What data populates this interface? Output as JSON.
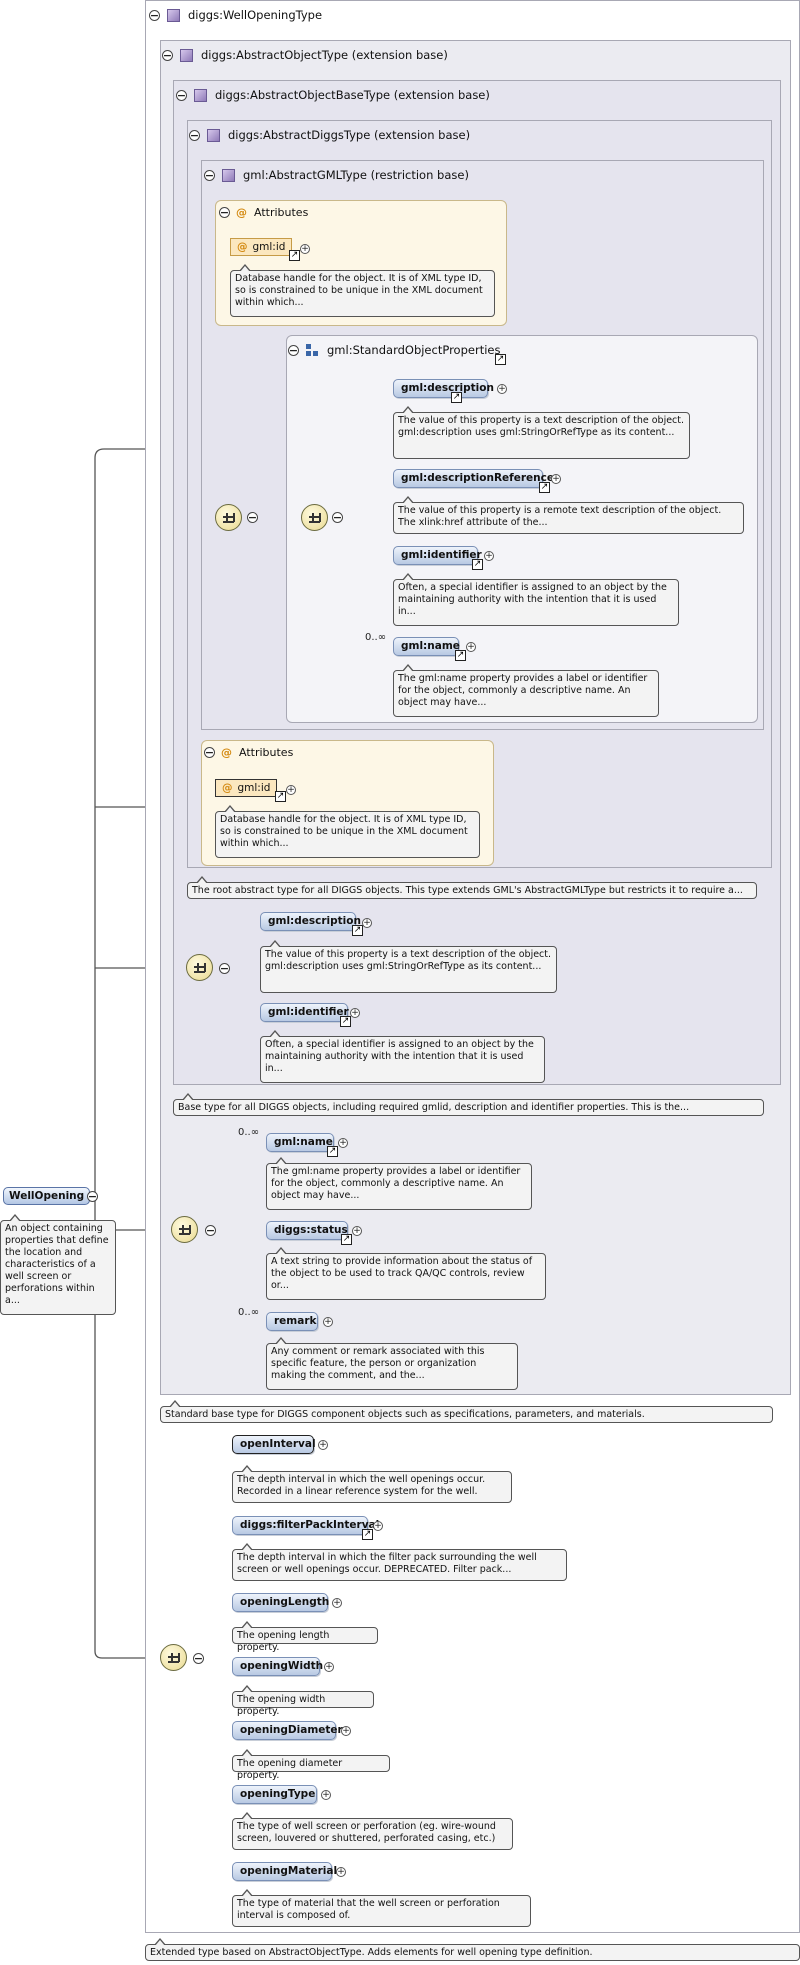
{
  "root": {
    "type_name": "diggs:WellOpeningType",
    "element_name": "WellOpening",
    "element_doc": "An object containing properties that define the location and characteristics of a well screen or perforations within a...",
    "type_doc": "Extended type based on AbstractObjectType. Adds elements for well opening type definition."
  },
  "types": {
    "abstract_object": {
      "name": "diggs:AbstractObjectType (extension base)",
      "doc": "Standard base type for DIGGS component objects such as specifications, parameters, and materials."
    },
    "abstract_object_base": {
      "name": "diggs:AbstractObjectBaseType (extension base)",
      "doc": "Base type for all DIGGS objects, including required gmlid, description and identifier properties. This is the..."
    },
    "abstract_diggs": {
      "name": "diggs:AbstractDiggsType (extension base)",
      "doc": "The root abstract type for all DIGGS objects. This type extends GML's AbstractGMLType but restricts it to require a..."
    },
    "abstract_gml": {
      "name": "gml:AbstractGMLType (restriction base)"
    }
  },
  "attributes_label": "Attributes",
  "gml_attr": {
    "name": "gml:id",
    "doc": "Database handle for the object. It is of XML type ID, so is constrained to be unique in the XML document within which..."
  },
  "std_props": {
    "group_name": "gml:StandardObjectProperties",
    "description": {
      "name": "gml:description",
      "doc": "The value of this property is a text description of the object. gml:description uses gml:StringOrRefType as its content..."
    },
    "description_ref": {
      "name": "gml:descriptionReference",
      "doc": "The value of this property is a remote text description of the object. The xlink:href attribute of the..."
    },
    "identifier": {
      "name": "gml:identifier",
      "doc": "Often, a special identifier is assigned to an object by the maintaining authority with the intention that it is used in..."
    },
    "name": {
      "name": "gml:name",
      "occ": "0..∞",
      "doc": "The gml:name property provides a label or identifier for the object, commonly a descriptive name. An object may have..."
    }
  },
  "diggs_seq": {
    "description": {
      "name": "gml:description",
      "doc": "The value of this property is a text description of the object. gml:description uses gml:StringOrRefType as its content..."
    },
    "identifier": {
      "name": "gml:identifier",
      "doc": "Often, a special identifier is assigned to an object by the maintaining authority with the intention that it is used in..."
    }
  },
  "object_seq": {
    "name": {
      "name": "gml:name",
      "occ": "0..∞",
      "doc": "The gml:name property provides a label or identifier for the object, commonly a descriptive name. An object may have..."
    },
    "status": {
      "name": "diggs:status",
      "doc": "A text string to provide information about the status of the object to be used to track QA/QC controls, review or..."
    },
    "remark": {
      "name": "remark",
      "occ": "0..∞",
      "doc": "Any comment or remark associated with this specific feature, the person or organization making the comment, and the..."
    }
  },
  "well_seq": [
    {
      "name": "openInterval",
      "doc": "The depth interval in which the well openings occur. Recorded in a linear reference system for the well."
    },
    {
      "name": "diggs:filterPackInterval",
      "doc": "The depth interval in which the filter pack surrounding the well screen or well openings occur. DEPRECATED. Filter pack..."
    },
    {
      "name": "openingLength",
      "doc": "The opening length property."
    },
    {
      "name": "openingWidth",
      "doc": "The opening width property."
    },
    {
      "name": "openingDiameter",
      "doc": "The opening diameter property."
    },
    {
      "name": "openingType",
      "doc": "The type of well screen or perforation (eg. wire-wound screen, louvered or shuttered, perforated casing, etc.)"
    },
    {
      "name": "openingMaterial",
      "doc": "The type of material that the well screen or perforation interval is composed of."
    }
  ],
  "colors": {
    "element_fill": "#b8c9e3",
    "attribute_fill": "#fbe7bf",
    "type_fill": "#ebebf1",
    "sequence_fill": "#e9d98f"
  }
}
